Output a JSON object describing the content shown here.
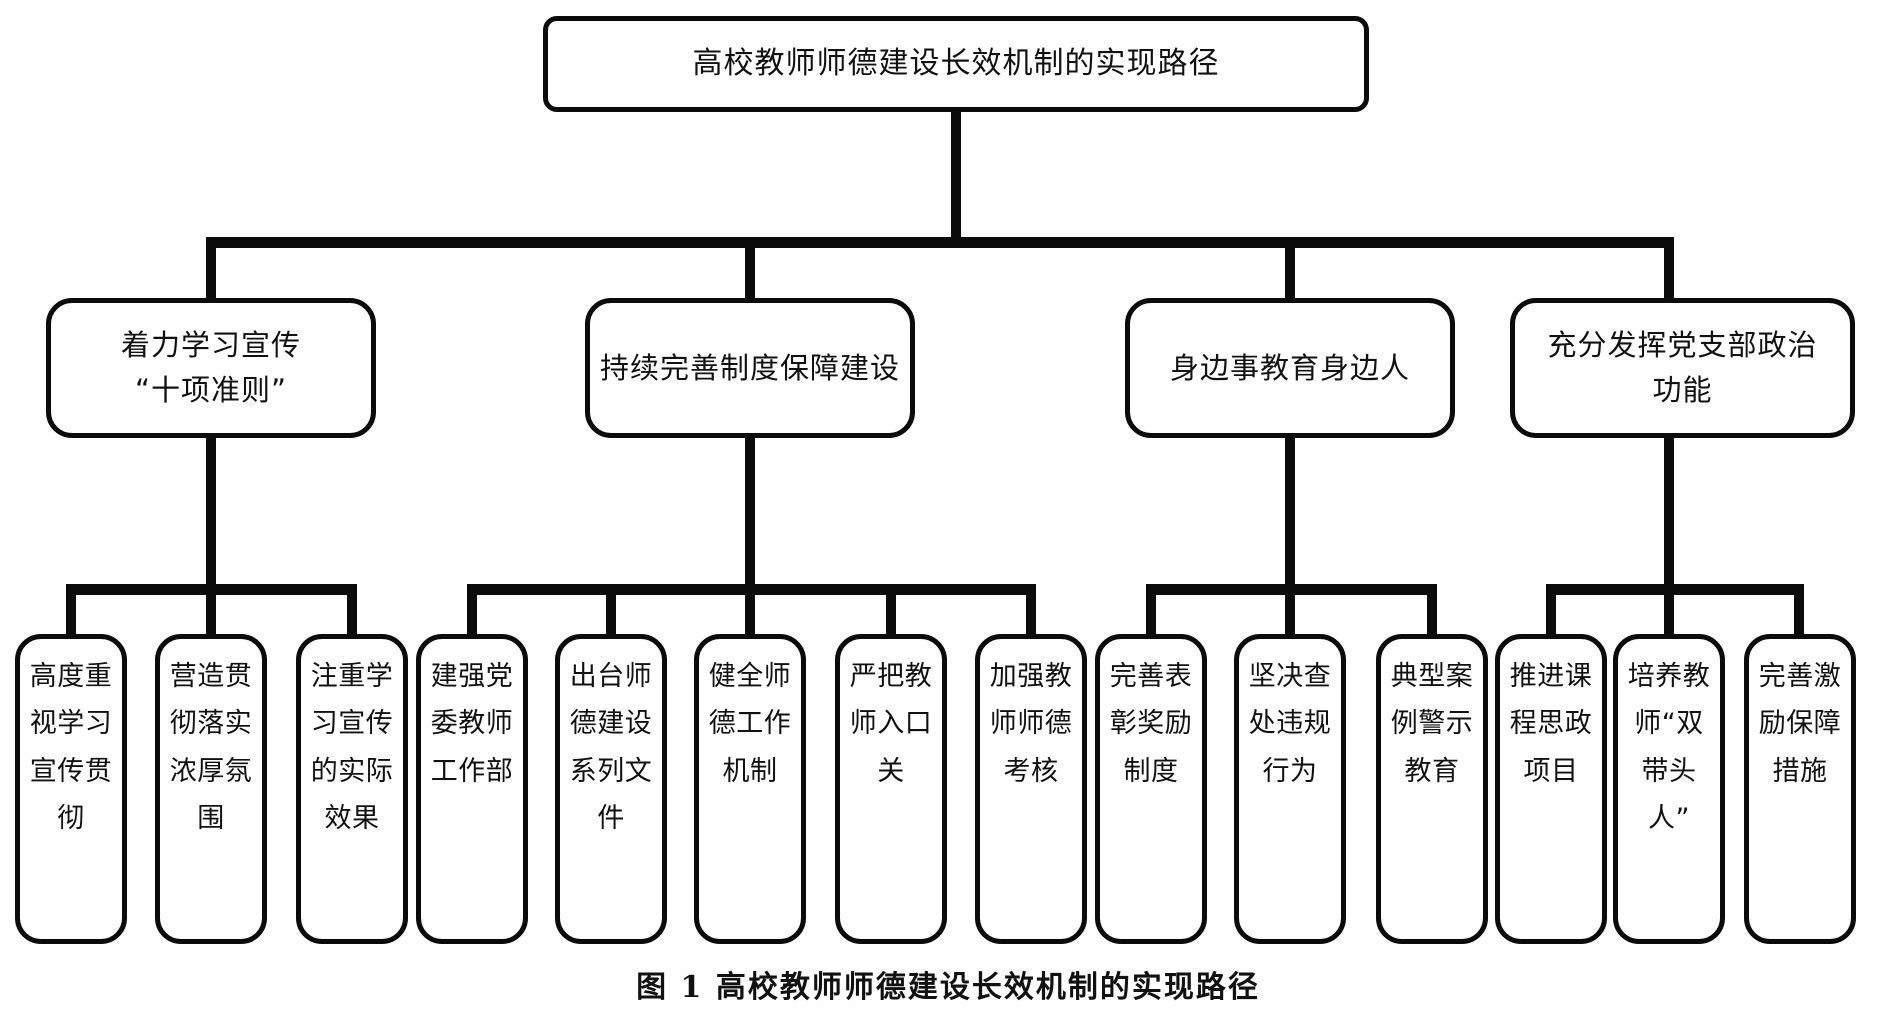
{
  "figure": {
    "caption": "图 1  高校教师师德建设长效机制的实现路径",
    "colors": {
      "stroke": "#0b0b0b",
      "fill": "#ffffff",
      "text": "#111111"
    }
  },
  "tree": {
    "root": {
      "label": "高校教师师德建设长效机制的实现路径"
    },
    "branches": [
      {
        "label_line1": "着力学习宣传",
        "label_line2": "“十项准则”",
        "leaves": [
          {
            "lines": [
              "高度重",
              "视学习",
              "宣传贯",
              "彻"
            ]
          },
          {
            "lines": [
              "营造贯",
              "彻落实",
              "浓厚氛",
              "围"
            ]
          },
          {
            "lines": [
              "注重学",
              "习宣传",
              "的实际",
              "效果"
            ]
          }
        ]
      },
      {
        "label_line1": "持续完善制度保障建设",
        "label_line2": "",
        "leaves": [
          {
            "lines": [
              "建强党",
              "委教师",
              "工作部"
            ]
          },
          {
            "lines": [
              "出台师",
              "德建设",
              "系列文",
              "件"
            ]
          },
          {
            "lines": [
              "健全师",
              "德工作",
              "机制"
            ]
          },
          {
            "lines": [
              "严把教",
              "师入口",
              "关"
            ]
          },
          {
            "lines": [
              "加强教",
              "师师德",
              "考核"
            ]
          }
        ]
      },
      {
        "label_line1": "身边事教育身边人",
        "label_line2": "",
        "leaves": [
          {
            "lines": [
              "完善表",
              "彰奖励",
              "制度"
            ]
          },
          {
            "lines": [
              "坚决查",
              "处违规",
              "行为"
            ]
          },
          {
            "lines": [
              "典型案",
              "例警示",
              "教育"
            ]
          }
        ]
      },
      {
        "label_line1": "充分发挥党支部政治",
        "label_line2": "功能",
        "leaves": [
          {
            "lines": [
              "推进课",
              "程思政",
              "项目"
            ]
          },
          {
            "lines": [
              "培养教",
              "师“双",
              "带头",
              "人”"
            ]
          },
          {
            "lines": [
              "完善激",
              "励保障",
              "措施"
            ]
          }
        ]
      }
    ]
  }
}
